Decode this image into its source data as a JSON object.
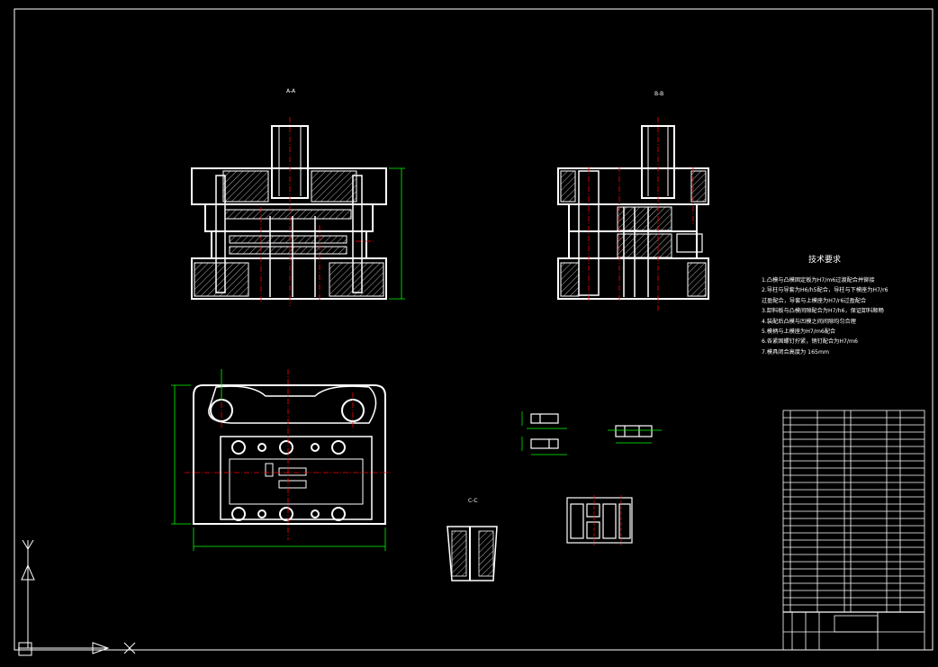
{
  "section_labels": {
    "aa": "A-A",
    "bb": "B-B",
    "cc": "C-C"
  },
  "tech_requirements": {
    "title": "技术要求",
    "items": [
      "1.凸模与凸模固定板为H7/m6过渡配合并铆接",
      "2.导柱与导套为H6/h5配合，导柱与下模座为H7/r6",
      "  过盈配合，导套与上模座为H7/r6过盈配合",
      "3.卸料板与凸模间隙配合为H7/h6，保证卸料顺畅",
      "4.装配后凸模与凹模之间间隙均匀合理",
      "5.模柄与上模座为H7/m6配合",
      "6.各紧固螺钉拧紧，销钉配合为H7/m6",
      "7.模具闭合高度为 165mm"
    ]
  },
  "colors": {
    "background": "#000000",
    "lines": "#ffffff",
    "hatch": "#ffffff",
    "centerline": "#ff0000",
    "dimension": "#00ff00"
  }
}
